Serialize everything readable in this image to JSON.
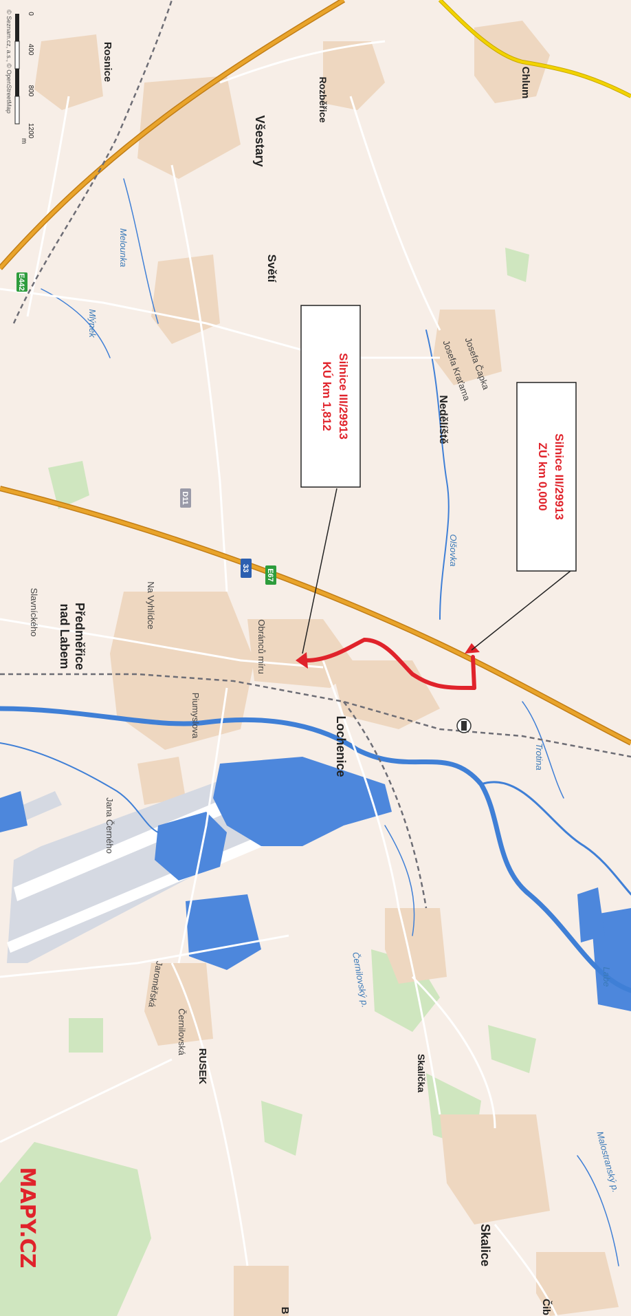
{
  "map": {
    "places": {
      "chlum": "Chlum",
      "rozberice": "Rozběřice",
      "rosnice": "Rosnice",
      "vsestary": "Všestary",
      "sveti": "Světí",
      "nedeliste": "Nedělíště",
      "lochenice": "Lochenice",
      "predmerice_line1": "Předměřice",
      "predmerice_line2": "nad Labem",
      "skalicka": "Skalička",
      "rusek": "RUSEK",
      "skalice": "Skalice",
      "cib": "Čib",
      "b_partial": "B"
    },
    "streets": {
      "josefa_capka": "Josefa Čapka",
      "josefa_kratama": "Josefa Kraťama",
      "obrancu_miru": "Obránců míru",
      "na_vyhlidce": "Na Vyhlídce",
      "piumyslova": "Piumyslova",
      "slavnickeho": "Slavníckého",
      "jana_cerneho": "Jana Černého",
      "jaromirska": "Jaroměřská",
      "cernilovska": "Černilovská"
    },
    "water": {
      "melounka": "Melounka",
      "mlynek": "Mlýnek",
      "olsovka": "Olšovka",
      "trotina": "Trotina",
      "labe": "Labe",
      "cernilovsky_p": "Černilovský p.",
      "malostransky_p": "Malostranský p."
    },
    "shields": {
      "e442": "E442",
      "d11": "D11",
      "d33": "33",
      "e67": "E67"
    },
    "callouts": [
      {
        "line1": "Silnice III/29913",
        "line2": "ZÚ km 0,000"
      },
      {
        "line1": "Silnice III/29913",
        "line2": "KÚ km 1,812"
      }
    ],
    "scale": {
      "ticks": [
        "0",
        "400",
        "800",
        "1200"
      ],
      "unit": "m"
    },
    "copyright": "© Seznam.cz, a.s., © OpenStreetMap",
    "logo": "MAPY.CZ",
    "colors": {
      "background": "#f7eee7",
      "settlement": "#eed7c0",
      "forest": "#cfe6bf",
      "water": "#3f7fd6",
      "water_area": "#4d87dc",
      "runway": "#d5d9e2",
      "highway": "#e9a42b",
      "primary_road": "#f2d300",
      "railway": "#6d6d75",
      "route": "#e0232b",
      "callout_text": "#e0232b"
    }
  }
}
